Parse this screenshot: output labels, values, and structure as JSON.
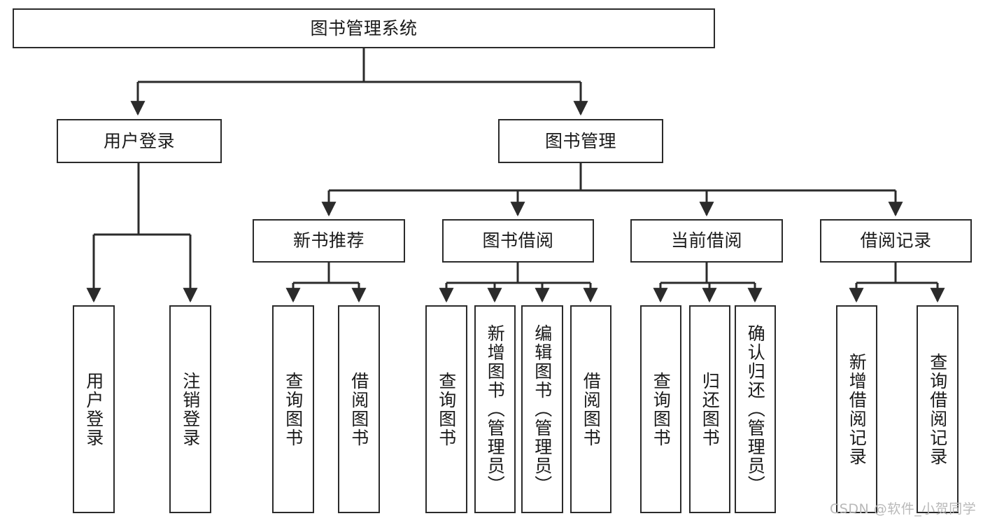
{
  "diagram": {
    "type": "tree-hierarchy",
    "title": "图书管理系统",
    "orientation": "top-down",
    "levels": 4,
    "colors": {
      "box_border": "#2b2b2b",
      "box_fill": "#ffffff",
      "edge": "#2b2b2b",
      "text": "#1a1a1a",
      "watermark": "#b9b9b9",
      "background": "#ffffff"
    },
    "root": {
      "id": "root",
      "label": "图书管理系统"
    },
    "level2": [
      {
        "id": "user-login",
        "label": "用户登录"
      },
      {
        "id": "book-management",
        "label": "图书管理"
      }
    ],
    "level3": [
      {
        "id": "new-book-recommend",
        "label": "新书推荐",
        "parent": "book-management"
      },
      {
        "id": "book-borrow",
        "label": "图书借阅",
        "parent": "book-management"
      },
      {
        "id": "current-borrow",
        "label": "当前借阅",
        "parent": "book-management"
      },
      {
        "id": "borrow-record",
        "label": "借阅记录",
        "parent": "book-management"
      }
    ],
    "leaves": [
      {
        "id": "leaf-user-login",
        "label": "用户登录",
        "parent": "user-login"
      },
      {
        "id": "leaf-logout-login",
        "label": "注销登录",
        "parent": "user-login"
      },
      {
        "id": "leaf-query-book-1",
        "label": "查询图书",
        "parent": "new-book-recommend"
      },
      {
        "id": "leaf-borrow-book-1",
        "label": "借阅图书",
        "parent": "new-book-recommend"
      },
      {
        "id": "leaf-query-book-2",
        "label": "查询图书",
        "parent": "book-borrow"
      },
      {
        "id": "leaf-add-book",
        "label": "新增图书（管理员）",
        "parent": "book-borrow"
      },
      {
        "id": "leaf-edit-book",
        "label": "编辑图书（管理员）",
        "parent": "book-borrow"
      },
      {
        "id": "leaf-borrow-book-2",
        "label": "借阅图书",
        "parent": "book-borrow"
      },
      {
        "id": "leaf-query-book-3",
        "label": "查询图书",
        "parent": "current-borrow"
      },
      {
        "id": "leaf-return-book",
        "label": "归还图书",
        "parent": "current-borrow"
      },
      {
        "id": "leaf-confirm-return",
        "label": "确认归还（管理员）",
        "parent": "current-borrow"
      },
      {
        "id": "leaf-add-record",
        "label": "新增借阅记录",
        "parent": "borrow-record"
      },
      {
        "id": "leaf-query-record",
        "label": "查询借阅记录",
        "parent": "borrow-record"
      }
    ],
    "watermark": "CSDN @软件_小贺同学"
  }
}
